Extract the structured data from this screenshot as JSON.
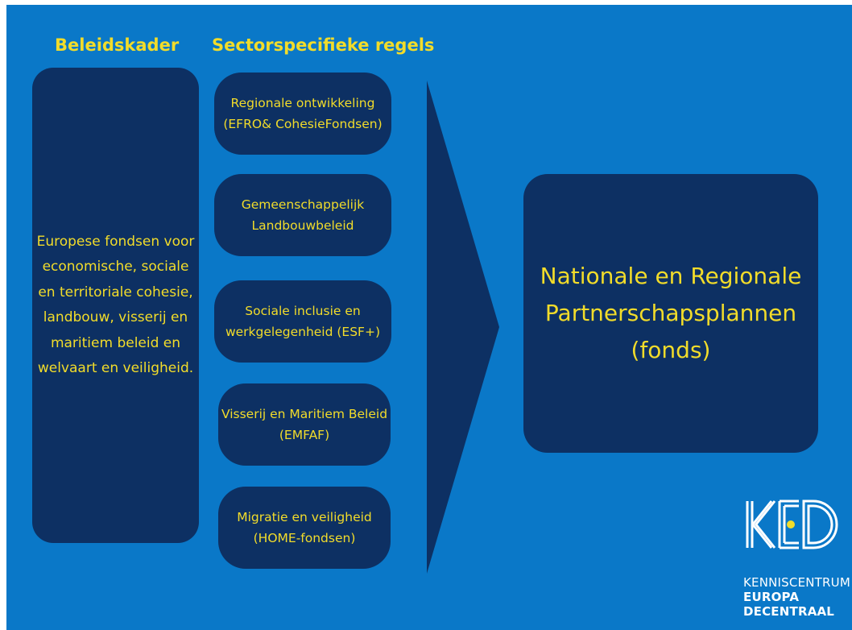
{
  "headings": {
    "left": "Beleidskader",
    "middle": "Sectorspecifieke regels"
  },
  "left_box": {
    "text": "Europese fondsen voor economische, sociale en territoriale cohesie, landbouw, visserij en maritiem beleid en welvaart en veiligheid."
  },
  "pills": [
    {
      "line1": "Regionale ontwikkeling",
      "line2": "(EFRO& CohesieFondsen)"
    },
    {
      "line1": "Gemeenschappelijk",
      "line2": "Landbouwbeleid"
    },
    {
      "line1": "Sociale inclusie en",
      "line2": "werkgelegenheid (ESF+)"
    },
    {
      "line1": "Visserij en Maritiem Beleid",
      "line2": "(EMFAF)"
    },
    {
      "line1": "Migratie en veiligheid",
      "line2": "(HOME-fondsen)"
    }
  ],
  "right_box": {
    "line1": "Nationale en Regionale",
    "line2": "Partnerschapsplannen",
    "line3": "(fonds)"
  },
  "logo": {
    "mark": "KED",
    "line1": "KENNISCENTRUM",
    "line2": "EUROPA",
    "line3": "DECENTRAAL"
  },
  "colors": {
    "background": "#0a78c8",
    "box": "#0d3063",
    "text_accent": "#f2dc2a",
    "logo": "#ffffff"
  }
}
